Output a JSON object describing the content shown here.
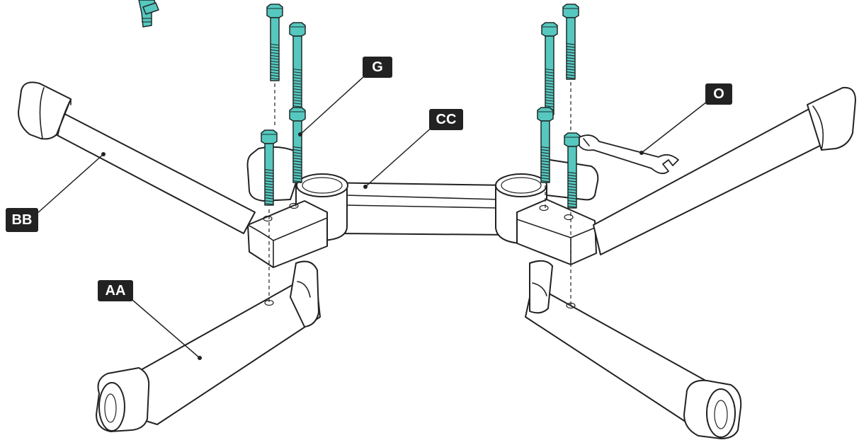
{
  "labels": {
    "bb": "BB",
    "aa": "AA",
    "g": "G",
    "cc": "CC",
    "o": "O"
  },
  "colors": {
    "bolt": "#56c8bf",
    "outline": "#222222",
    "tag_background": "#222222",
    "tag_text": "#ffffff"
  }
}
